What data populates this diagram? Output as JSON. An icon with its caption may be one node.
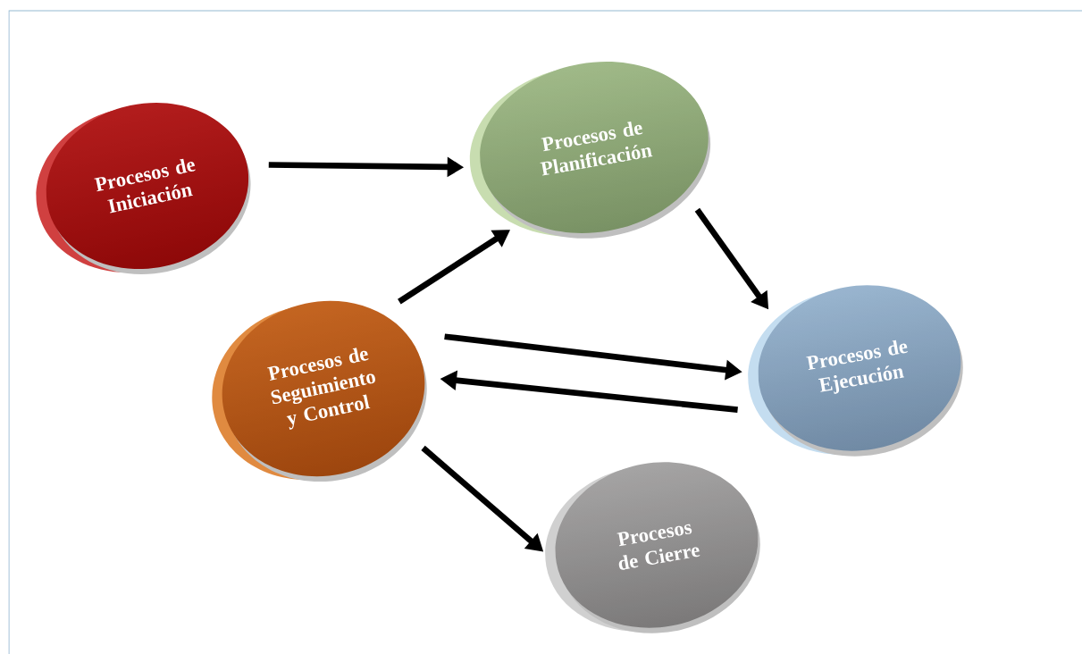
{
  "diagram": {
    "nodes": [
      {
        "text": [
          "Procesos de Iniciación"
        ]
      },
      {
        "text": [
          "Procesos de Planificación"
        ]
      },
      {
        "text": [
          "Procesos de Seguimiento y Control"
        ]
      },
      {
        "text": [
          "Procesos de Ejecución"
        ]
      },
      {
        "text": [
          "Procesos de Cierre"
        ]
      }
    ],
    "edges": [
      {
        "from": 0,
        "to": 1,
        "arrow": "to"
      },
      {
        "from": 1,
        "to": 3,
        "arrow": "to"
      },
      {
        "from": 2,
        "to": 1,
        "arrow": "to"
      },
      {
        "from": 2,
        "to": 3,
        "arrow": "to"
      },
      {
        "from": 3,
        "to": 2,
        "arrow": "to"
      },
      {
        "from": 2,
        "to": 4,
        "arrow": "to"
      }
    ]
  }
}
